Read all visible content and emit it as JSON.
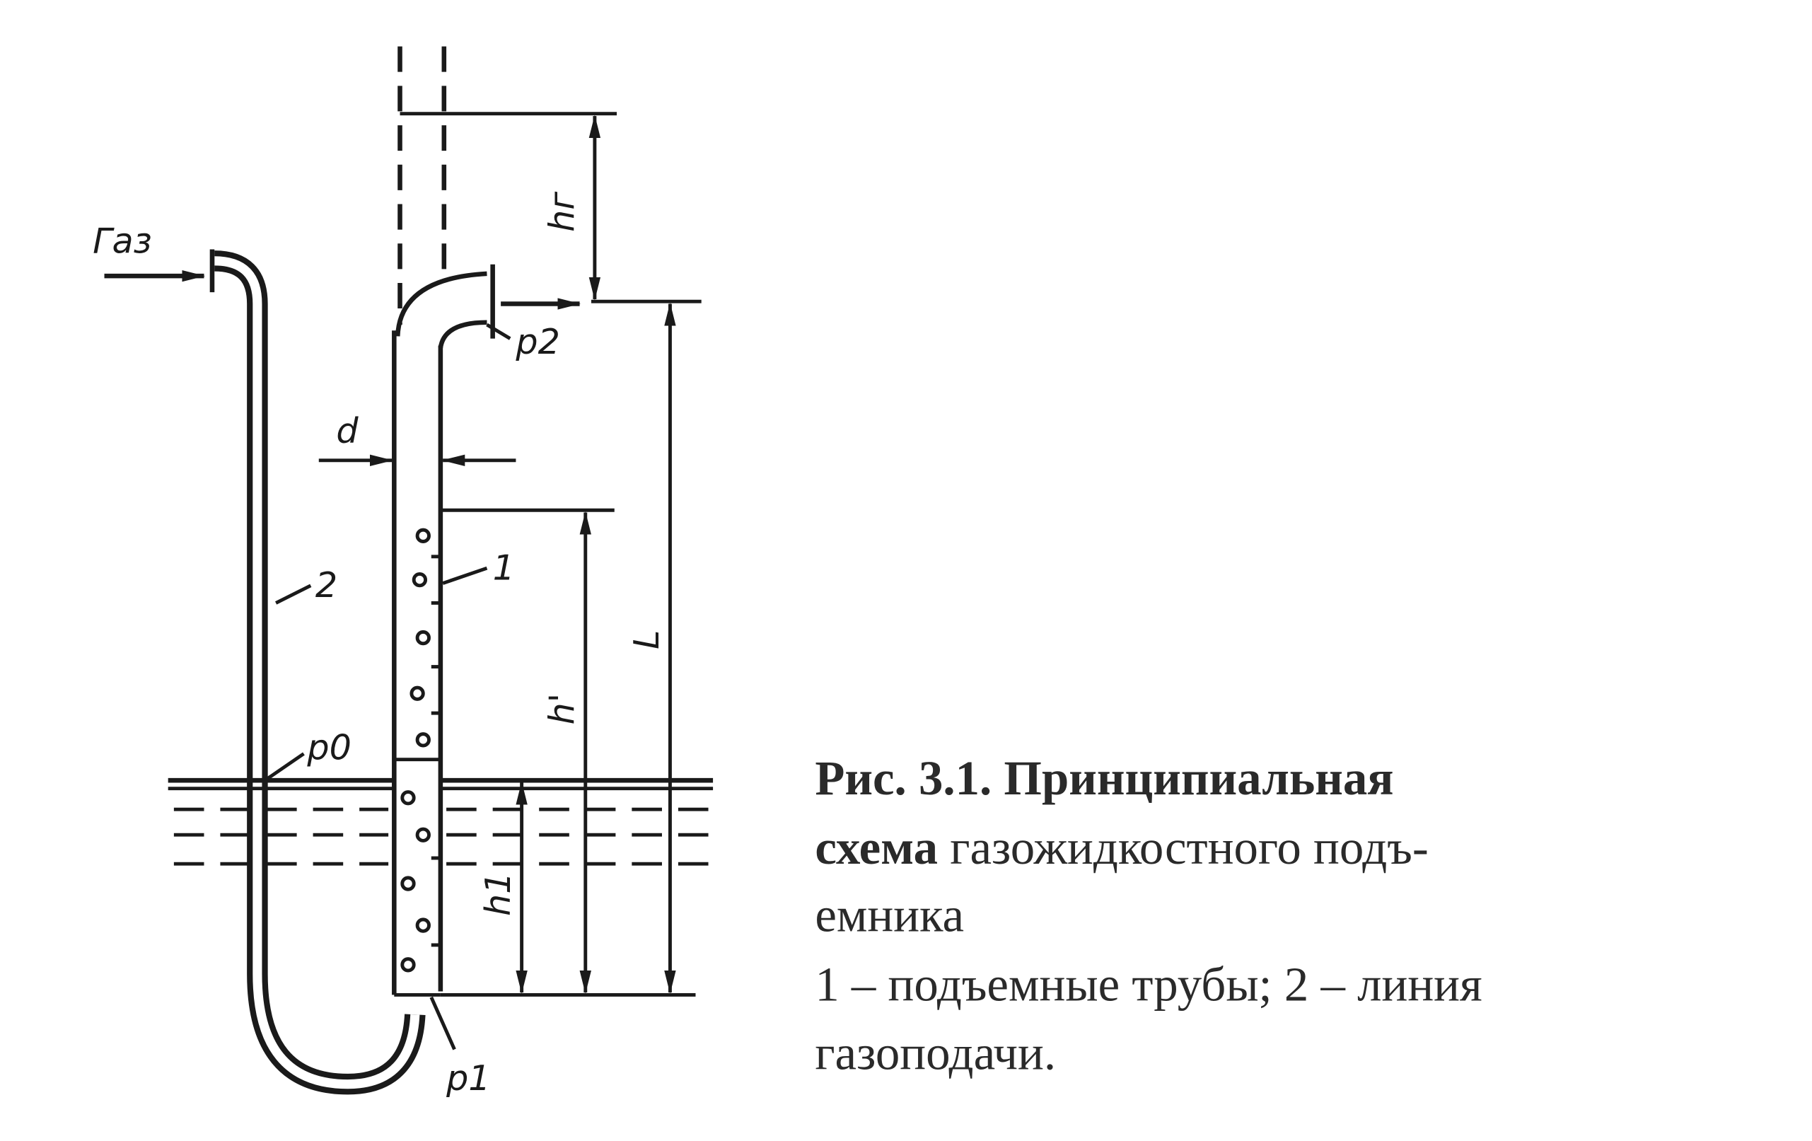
{
  "diagram": {
    "gas_label": "Газ",
    "labels": {
      "h_g": "hг",
      "p2": "p2",
      "d": "d",
      "L": "L",
      "h_prime": "h'",
      "h1": "h1",
      "p0": "p0",
      "p1": "p1",
      "tube_1": "1",
      "tube_2": "2"
    }
  },
  "caption": {
    "fig_label": "Рис. 3.1. Принципиальная",
    "bold_2": "схема",
    "line2_rest": " газожидкостного подъ-",
    "line3": "емника",
    "line4": "1 – подъемные трубы; 2 – линия",
    "line5": "газоподачи."
  }
}
